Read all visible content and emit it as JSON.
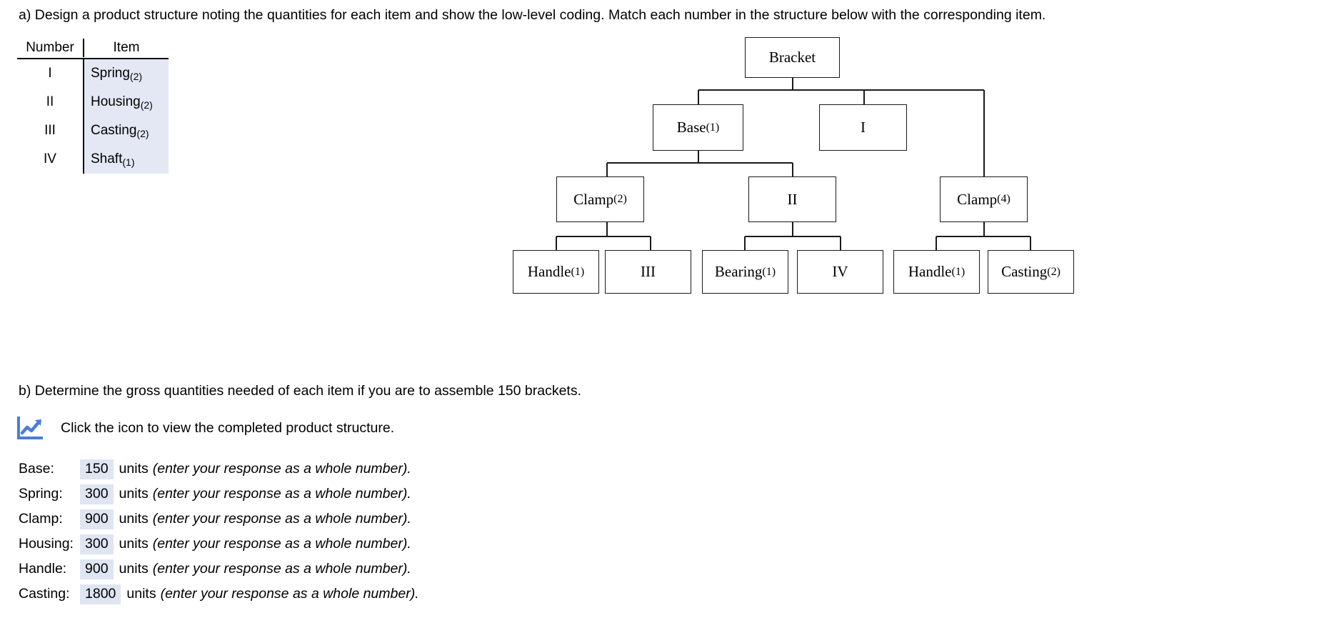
{
  "part_a": {
    "prompt": "a) Design a product structure noting the quantities for each item and show the low-level coding. Match each number in the structure below with the corresponding item."
  },
  "legend": {
    "headers": {
      "number": "Number",
      "item": "Item"
    },
    "rows": [
      {
        "number": "I",
        "item": "Spring",
        "qty": "(2)"
      },
      {
        "number": "II",
        "item": "Housing",
        "qty": "(2)"
      },
      {
        "number": "III",
        "item": "Casting",
        "qty": "(2)"
      },
      {
        "number": "IV",
        "item": "Shaft",
        "qty": "(1)"
      }
    ]
  },
  "tree": {
    "nodes": {
      "root": {
        "label": "Bracket",
        "qty": ""
      },
      "base": {
        "label": "Base",
        "qty": "(1)"
      },
      "roman_i": {
        "label": "I",
        "qty": ""
      },
      "clamp2": {
        "label": "Clamp",
        "qty": "(2)"
      },
      "roman_ii": {
        "label": "II",
        "qty": ""
      },
      "clamp4": {
        "label": "Clamp",
        "qty": "(4)"
      },
      "handle_a": {
        "label": "Handle",
        "qty": "(1)"
      },
      "roman_iii": {
        "label": "III",
        "qty": ""
      },
      "bearing": {
        "label": "Bearing",
        "qty": "(1)"
      },
      "roman_iv": {
        "label": "IV",
        "qty": ""
      },
      "handle_b": {
        "label": "Handle",
        "qty": "(1)"
      },
      "casting": {
        "label": "Casting",
        "qty": "(2)"
      }
    }
  },
  "part_b": {
    "prompt": "b) Determine the gross quantities needed of each item if you are to assemble 150 brackets.",
    "icon_name": "line-chart-icon",
    "icon_caption": "Click the icon to view the completed product structure.",
    "icon_color": "#4a7ddb",
    "answers": [
      {
        "label": "Base:",
        "value": "150",
        "units": "units",
        "hint": "(enter your response as a whole number)."
      },
      {
        "label": "Spring:",
        "value": "300",
        "units": "units",
        "hint": "(enter your response as a whole number)."
      },
      {
        "label": "Clamp:",
        "value": "900",
        "units": "units",
        "hint": "(enter your response as a whole number)."
      },
      {
        "label": "Housing:",
        "value": "300",
        "units": "units",
        "hint": "(enter your response as a whole number)."
      },
      {
        "label": "Handle:",
        "value": "900",
        "units": "units",
        "hint": "(enter your response as a whole number)."
      },
      {
        "label": "Casting:",
        "value": "1800",
        "units": "units",
        "hint": "(enter your response as a whole number)."
      }
    ]
  }
}
